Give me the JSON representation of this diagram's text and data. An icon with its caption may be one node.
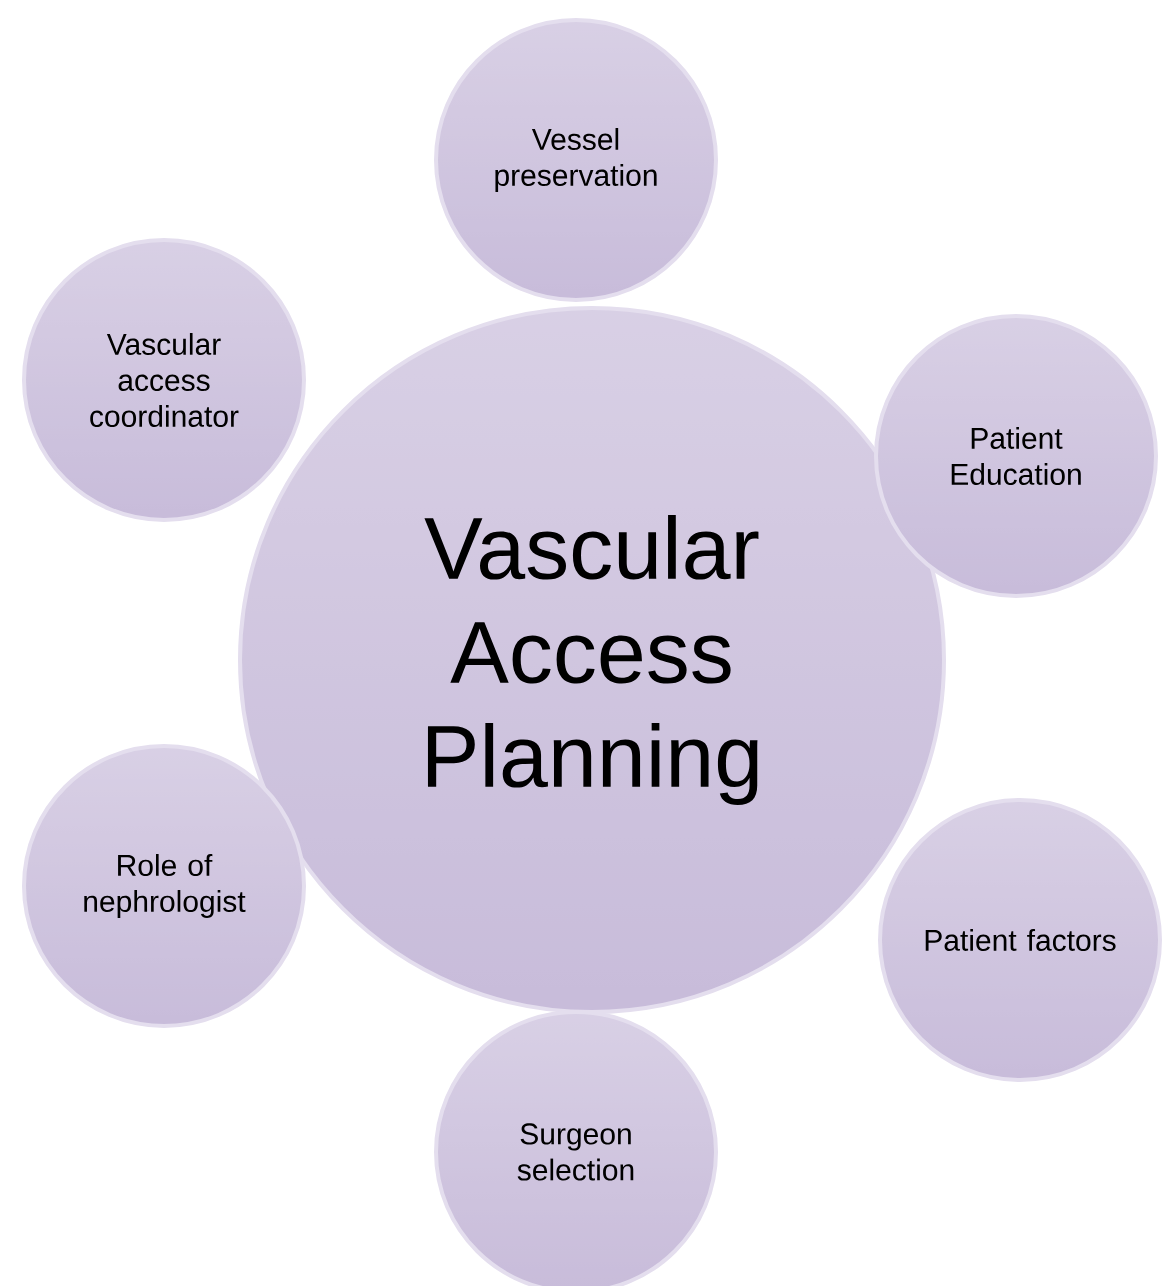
{
  "diagram": {
    "nodes": [
      {
        "text": [
          "Vascular Access Planning"
        ]
      },
      {
        "text": [
          "Vessel preservation"
        ]
      },
      {
        "text": [
          "Patient Education"
        ]
      },
      {
        "text": [
          "Patient factors"
        ]
      },
      {
        "text": [
          "Surgeon selection"
        ]
      },
      {
        "text": [
          "Role of nephrologist"
        ]
      },
      {
        "text": [
          "Vascular access coordinator"
        ]
      }
    ]
  }
}
